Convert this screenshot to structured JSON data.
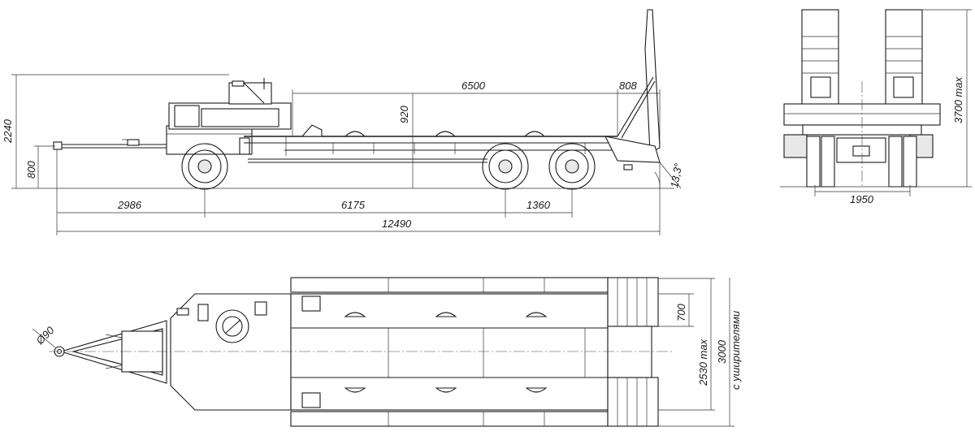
{
  "side_view": {
    "dim_height_total": "2240",
    "dim_coupling_height": "800",
    "dim_deck_length": "6500",
    "dim_ramp_length": "808",
    "dim_deck_height": "920",
    "dim_angle": "13,3°",
    "dim_drawbar_to_axle": "2986",
    "dim_wheelbase": "6175",
    "dim_axle_spread": "1360",
    "dim_overall_length": "12490"
  },
  "rear_view": {
    "dim_height_max": "3700 max",
    "dim_track": "1950"
  },
  "top_view": {
    "dim_eye_diameter": "Ø90",
    "dim_ramp_gap": "700",
    "dim_width_max": "2530 max",
    "dim_width_widened": "3000",
    "dim_width_note": "с уширителями"
  },
  "colors": {
    "line": "#1a1a1a",
    "background": "#ffffff"
  }
}
